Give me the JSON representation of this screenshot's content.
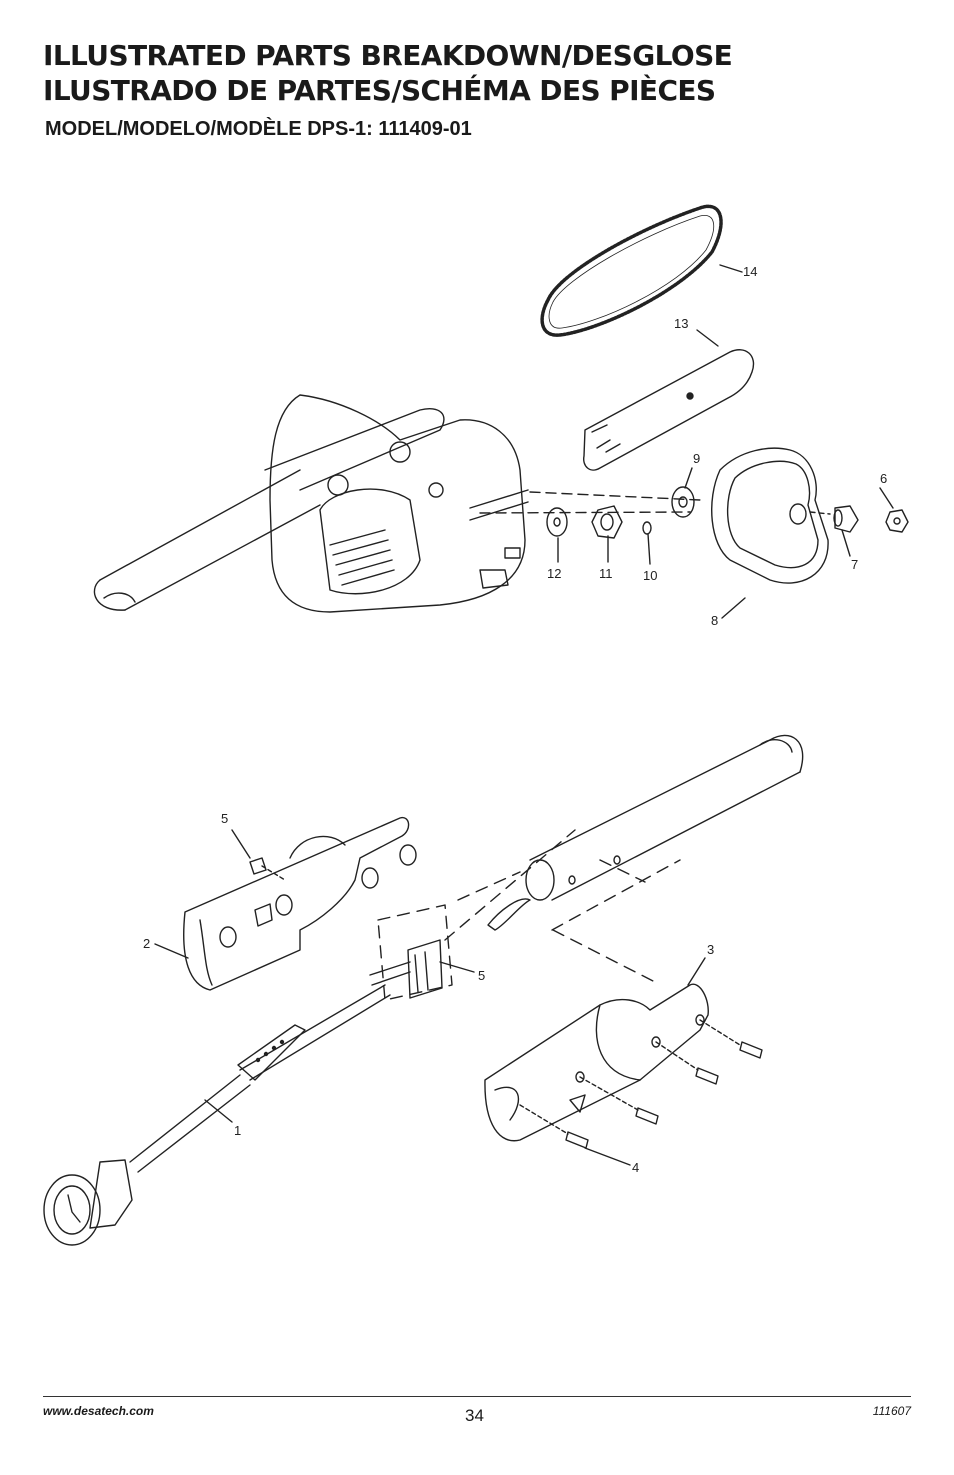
{
  "header": {
    "title_line1": "ILLUSTRATED PARTS BREAKDOWN/DESGLOSE",
    "title_line2": "ILUSTRADO DE PARTES/SCHÉMA DES PIÈCES",
    "model": "MODEL/MODELO/MODÈLE DPS-1: 111409-01"
  },
  "callouts": {
    "c1": "1",
    "c2": "2",
    "c3": "3",
    "c4": "4",
    "c5a": "5",
    "c5b": "5",
    "c6": "6",
    "c7": "7",
    "c8": "8",
    "c9": "9",
    "c10": "10",
    "c11": "11",
    "c12": "12",
    "c13": "13",
    "c14": "14"
  },
  "footer": {
    "website": "www.desatech.com",
    "page_number": "34",
    "doc_number": "111607"
  }
}
